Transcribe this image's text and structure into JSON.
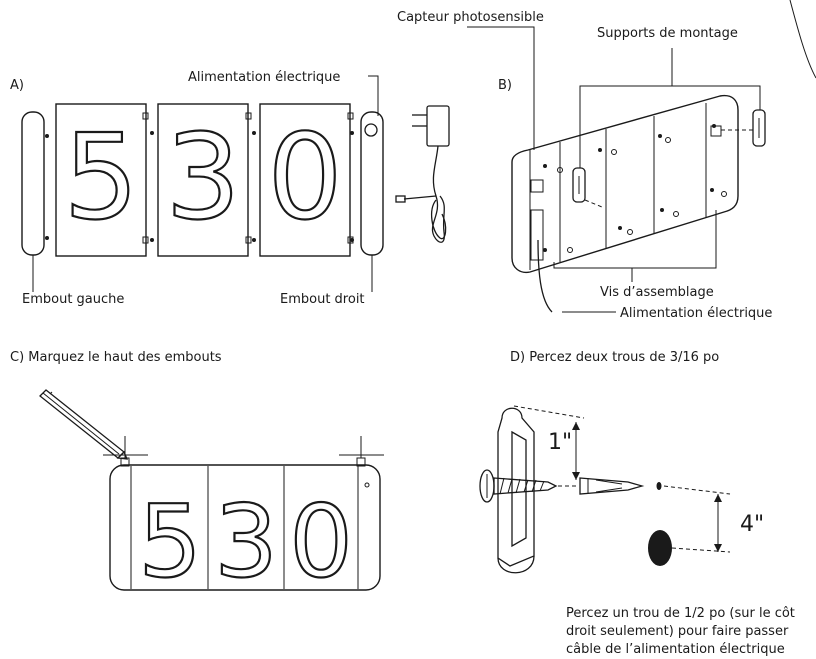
{
  "panel_a": {
    "letter": "A)",
    "digits": [
      "5",
      "3",
      "0"
    ],
    "label_power": "Alimentation électrique",
    "label_left_cap": "Embout gauche",
    "label_right_cap": "Embout droit"
  },
  "panel_b": {
    "letter": "B)",
    "label_sensor": "Capteur photosensible",
    "label_brackets": "Supports de montage",
    "label_screws": "Vis d’assemblage",
    "label_power": "Alimentation électrique"
  },
  "panel_c": {
    "title": "C) Marquez le haut des embouts",
    "digits": [
      "5",
      "3",
      "0"
    ]
  },
  "panel_d": {
    "title": "D) Percez deux trous de 3/16 po",
    "dim_small": "1\"",
    "dim_large": "4\"",
    "note_line1": "Percez un trou de 1/2 po (sur le côt",
    "note_line2": "droit seulement) pour faire passer",
    "note_line3": "câble de l’alimentation électrique"
  }
}
